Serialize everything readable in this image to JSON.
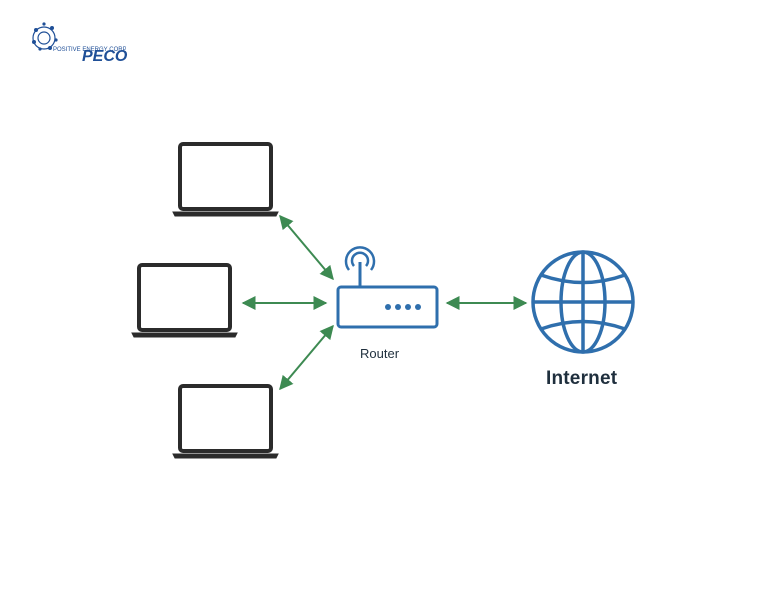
{
  "logo": {
    "text": "PECO",
    "tagline": "POSITIVE ENERGY CORP",
    "color": "#1f4f97"
  },
  "nodes": {
    "router": {
      "label": "Router",
      "icon": "router-icon"
    },
    "internet": {
      "label": "Internet",
      "icon": "globe-icon"
    },
    "laptops": [
      {
        "icon": "laptop-icon"
      },
      {
        "icon": "laptop-icon"
      },
      {
        "icon": "laptop-icon"
      }
    ]
  },
  "connections": [
    {
      "from": "laptop-top",
      "to": "router",
      "style": "bidirectional"
    },
    {
      "from": "laptop-middle",
      "to": "router",
      "style": "bidirectional"
    },
    {
      "from": "laptop-bottom",
      "to": "router",
      "style": "bidirectional"
    },
    {
      "from": "router",
      "to": "internet",
      "style": "bidirectional"
    }
  ],
  "colors": {
    "laptop": "#2b2b2b",
    "router": "#2f6fad",
    "globe": "#2f6fad",
    "arrow": "#3d8a52",
    "text": "#1f2f3d"
  }
}
